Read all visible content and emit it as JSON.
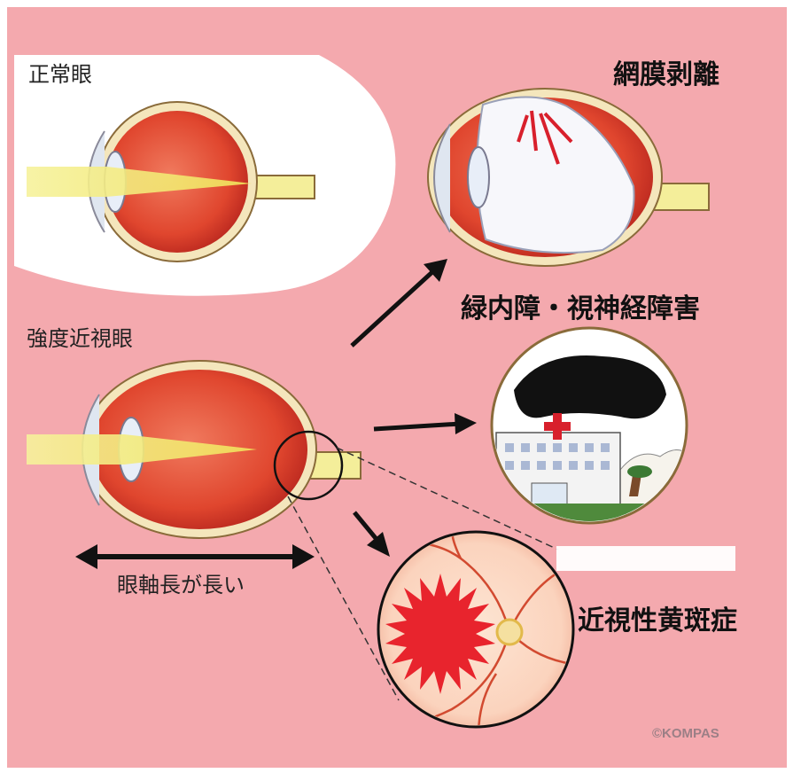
{
  "labels": {
    "normal_eye": "正常眼",
    "high_myopia_eye": "強度近視眼",
    "axial_length": "眼軸長が長い",
    "retinal_detachment": "網膜剥離",
    "glaucoma": "緑内障・視神経障害",
    "myopic_maculopathy": "近視性黄斑症",
    "credit": "©KOMPAS"
  },
  "colors": {
    "background": "#f4a9ae",
    "light_beam": "#f3ee8e",
    "eye_red": "#e0462e",
    "sclera": "#f4e6bc",
    "lesion": "#e8242d",
    "arrow": "#111111"
  },
  "icons": {
    "arrow": "double-headed-arrow",
    "lesion": "starburst",
    "hospital": "hospital-building"
  }
}
